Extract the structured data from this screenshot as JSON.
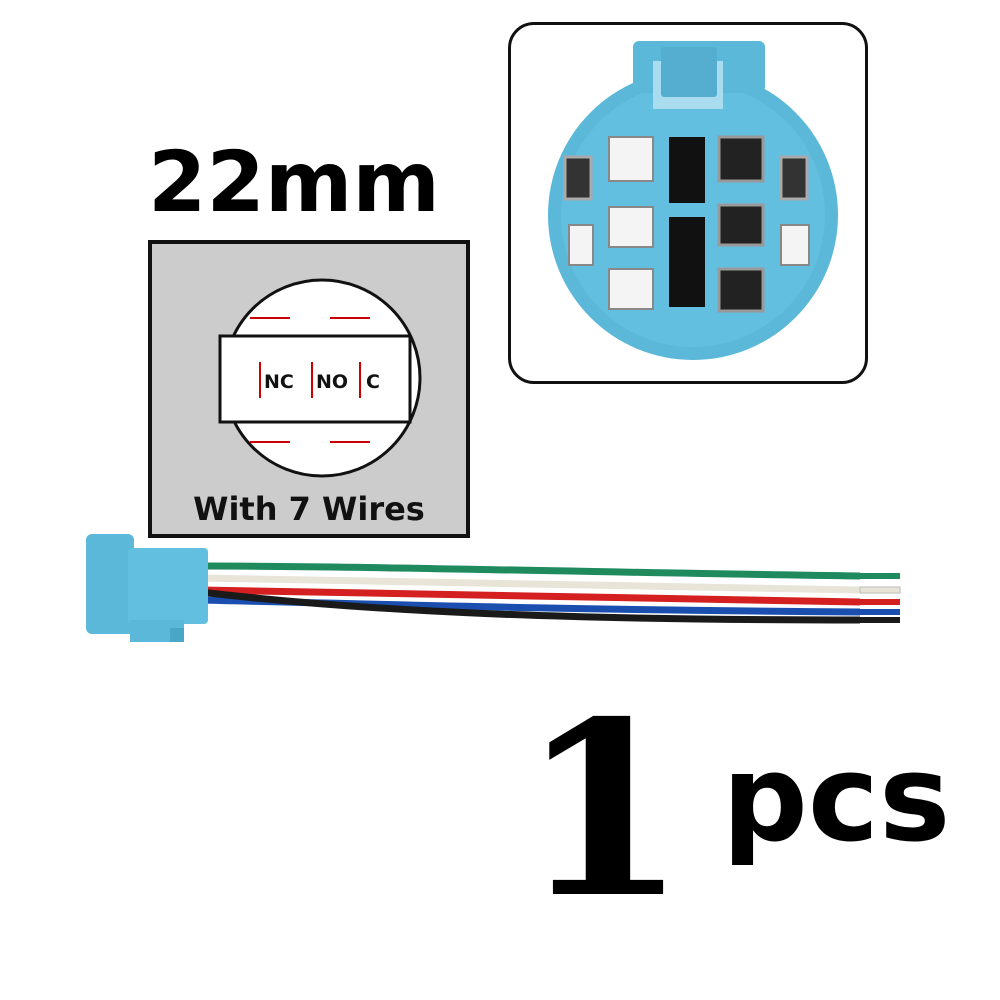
{
  "size_label": "22mm",
  "contacts": [
    "NC",
    "NO",
    "C"
  ],
  "wires_caption": "With 7 Wires",
  "quantity": {
    "number": "1",
    "unit": "pcs"
  },
  "colors": {
    "connector_blue": "#5bb8d8",
    "panel_gray": "#cccccc",
    "contact_marker_red": "#cc0000",
    "wire_colors": [
      "#1e8a5e",
      "#f2efe6",
      "#d42020",
      "#1a4fb0",
      "#1a1a1a"
    ]
  }
}
